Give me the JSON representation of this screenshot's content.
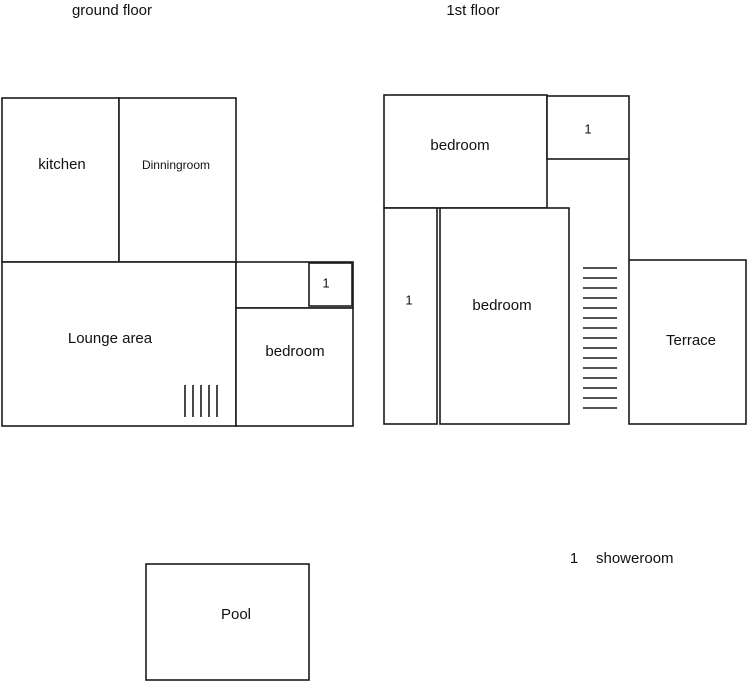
{
  "titles": {
    "ground_floor": "ground floor",
    "first_floor": "1st floor"
  },
  "ground_floor": {
    "kitchen": "kitchen",
    "dining": "Dinningroom",
    "lounge": "Lounge area",
    "bedroom": "bedroom",
    "shower": "1"
  },
  "first_floor": {
    "bedroom_top": "bedroom",
    "shower_top": "1",
    "shower_left": "1",
    "bedroom_main": "bedroom",
    "terrace": "Terrace"
  },
  "pool": "Pool",
  "legend": {
    "number": "1",
    "text": "showeroom"
  },
  "colors": {
    "line": "#1a1a1a",
    "text": "#111111",
    "background": "#ffffff"
  }
}
